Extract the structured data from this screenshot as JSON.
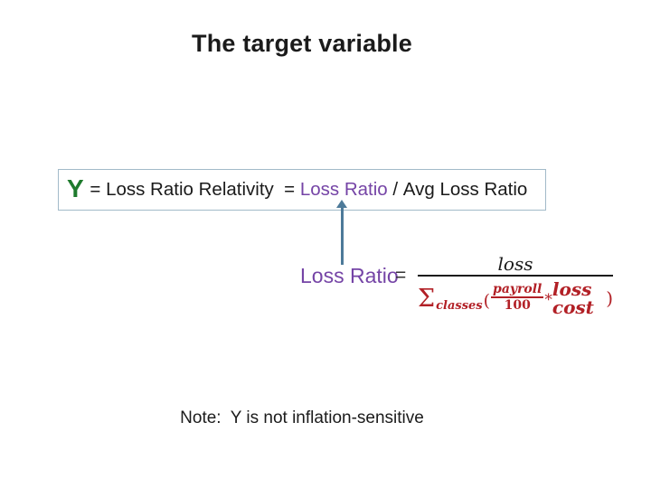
{
  "slide": {
    "title": "The target variable",
    "note": "Note:  Y is not inflation-sensitive"
  },
  "equation_box": {
    "y_symbol": "Y",
    "equals_1": " = ",
    "definition": "Loss Ratio Relativity",
    "equals_2": "  = ",
    "loss_ratio_link": "Loss Ratio",
    "divided_by": " / ",
    "avg_loss_ratio": "Avg Loss Ratio"
  },
  "loss_ratio_formula": {
    "lhs": "Loss Ratio",
    "equals": "=",
    "numerator": "loss",
    "denominator": {
      "sigma": "Σ",
      "sigma_subscript": "classes",
      "open_paren": "(",
      "inner_fraction_numerator": "payroll",
      "inner_fraction_denominator": "100",
      "multiplication_sign": "*",
      "loss_cost": "loss cost",
      "close_paren": ")"
    }
  },
  "icons": {
    "connector": "up-arrow"
  },
  "colors": {
    "title_text": "#1b1b1b",
    "y_green": "#1e7a2d",
    "loss_ratio_purple": "#7544a6",
    "formula_red": "#b22026",
    "arrow_blue": "#4d7a99",
    "box_border": "#a2bac9",
    "body_text": "#1a1a1a"
  }
}
